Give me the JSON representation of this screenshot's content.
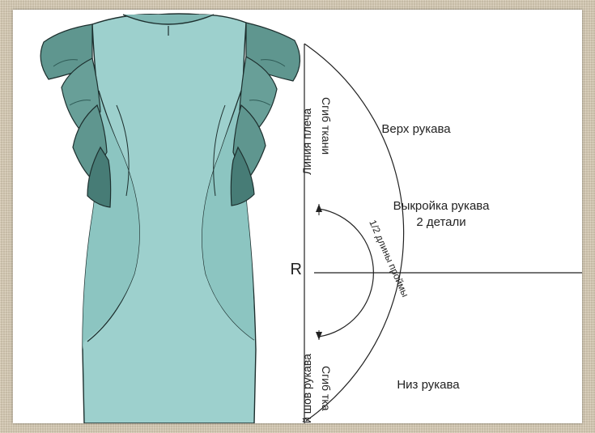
{
  "labels": {
    "top": "Верх рукава",
    "title_line1": "Выкройка рукава",
    "title_line2": "2 детали",
    "bottom": "Низ рукава",
    "radius": "R",
    "arc": "1/2 длины проймы",
    "shoulder_line": "Линия плеча",
    "fold_top": "Сгиб ткани",
    "sleeve_seam": "й шов рукава",
    "fold_bottom": "Сгиб тка"
  },
  "colors": {
    "dress": "#9dd0cd",
    "sleeve": "#5f968f",
    "sleeve_dark": "#477c76",
    "outline": "#1d2f2e",
    "pattern_line": "#222222"
  }
}
